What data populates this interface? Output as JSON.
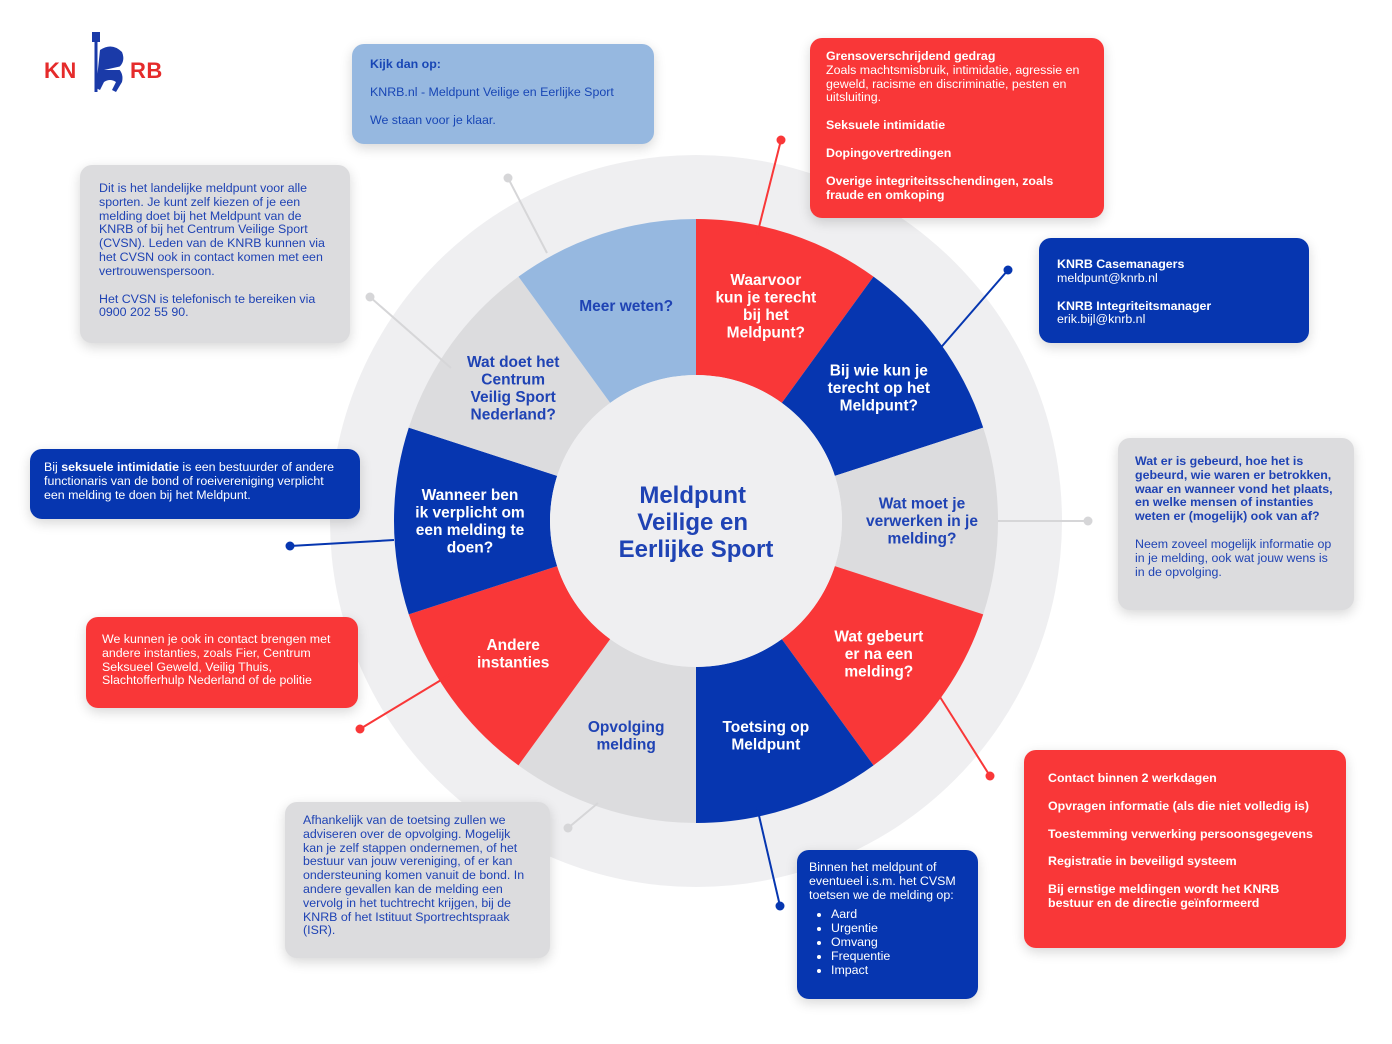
{
  "logo": {
    "left": "KN",
    "right": "RB"
  },
  "center": {
    "line1": "Meldpunt",
    "line2": "Veilige en",
    "line3": "Eerlijke Sport"
  },
  "segments": [
    {
      "id": "waarvoor",
      "lines": [
        "Waarvoor",
        "kun je terecht",
        "bij het",
        "Meldpunt?"
      ],
      "color": "#f93738",
      "text": "#ffffff"
    },
    {
      "id": "bij-wie",
      "lines": [
        "Bij wie kun je",
        "terecht op het",
        "Meldpunt?"
      ],
      "color": "#0636b0",
      "text": "#ffffff"
    },
    {
      "id": "wat-moet",
      "lines": [
        "Wat moet je",
        "verwerken in je",
        "melding?"
      ],
      "color": "#dcdcde",
      "text": "#1f43b4"
    },
    {
      "id": "wat-gebeurt",
      "lines": [
        "Wat gebeurt",
        "er na een",
        "melding?"
      ],
      "color": "#f93738",
      "text": "#ffffff"
    },
    {
      "id": "toetsing",
      "lines": [
        "Toetsing op",
        "Meldpunt"
      ],
      "color": "#0636b0",
      "text": "#ffffff"
    },
    {
      "id": "opvolging",
      "lines": [
        "Opvolging",
        "melding"
      ],
      "color": "#dcdcde",
      "text": "#1f43b4"
    },
    {
      "id": "andere",
      "lines": [
        "Andere",
        "instanties"
      ],
      "color": "#f93738",
      "text": "#ffffff"
    },
    {
      "id": "wanneer",
      "lines": [
        "Wanneer ben",
        "ik verplicht om",
        "een melding te",
        "doen?"
      ],
      "color": "#0636b0",
      "text": "#ffffff"
    },
    {
      "id": "wat-doet",
      "lines": [
        "Wat doet het",
        "Centrum",
        "Veilig Sport",
        "Nederland?"
      ],
      "color": "#dcdcde",
      "text": "#1f43b4"
    },
    {
      "id": "meer-weten",
      "lines": [
        "Meer weten?"
      ],
      "color": "#96b8e0",
      "text": "#1f43b4"
    }
  ],
  "boxes": {
    "meer_weten": {
      "title": "Kijk dan op:",
      "link": "KNRB.nl - Meldpunt Veilige en Eerlijke Sport",
      "text": "We staan voor je klaar."
    },
    "waarvoor": {
      "item1_title": "Grensoverschrijdend gedrag",
      "item1_text": "Zoals machtsmisbruik, intimidatie, agressie en geweld, racisme en discriminatie, pesten en uitsluiting.",
      "item2": "Seksuele intimidatie",
      "item3": "Dopingovertredingen",
      "item4": "Overige integriteitsschendingen, zoals fraude en omkoping"
    },
    "bij_wie": {
      "role1": "KNRB Casemanagers",
      "email1": "meldpunt@knrb.nl",
      "role2": "KNRB Integriteitsmanager",
      "email2": "erik.bijl@knrb.nl"
    },
    "wat_moet": {
      "question": "Wat er is gebeurd, hoe het is gebeurd, wie waren er betrokken, waar en wanneer vond het plaats, en welke mensen of instanties weten er (mogelijk) ook van af?",
      "text": "Neem zoveel mogelijk informatie op in je melding, ook wat jouw wens is in de opvolging."
    },
    "wat_gebeurt": {
      "items": [
        "Contact binnen 2 werkdagen",
        "Opvragen informatie (als die niet volledig is)",
        "Toestemming verwerking persoonsgegevens",
        "Registratie  in beveiligd systeem",
        "Bij ernstige meldingen wordt het KNRB bestuur en de directie geïnformeerd"
      ]
    },
    "toetsing": {
      "intro": "Binnen het meldpunt of eventueel i.s.m. het CVSM toetsen we de melding op:",
      "items": [
        "Aard",
        "Urgentie",
        "Omvang",
        "Frequentie",
        "Impact"
      ]
    },
    "opvolging": {
      "text": "Afhankelijk van de toetsing zullen we adviseren over de opvolging. Mogelijk kan je zelf stappen ondernemen, of het bestuur van jouw vereniging, of er kan ondersteuning komen vanuit de bond. In andere gevallen kan de melding een vervolg in het tuchtrecht krijgen, bij de KNRB of het Istituut Sportrechtspraak (ISR)."
    },
    "andere": {
      "text": "We kunnen je ook in contact brengen met andere instanties, zoals Fier, Centrum Seksueel Geweld, Veilig Thuis, Slachtofferhulp Nederland of de politie"
    },
    "wanneer": {
      "pre": "Bij ",
      "bold": "seksuele intimidatie",
      "post": " is een bestuurder of andere functionaris van de bond of roeivereniging verplicht een melding te doen bij het Meldpunt."
    },
    "wat_doet": {
      "text1": "Dit is het landelijke meldpunt voor alle sporten. Je kunt zelf kiezen of je een melding doet bij het Meldpunt van de KNRB of bij het Centrum Veilige Sport (CVSN). Leden van de KNRB kunnen via het CVSN ook in contact komen met een vertrouwenspersoon.",
      "text2": "Het CVSN is telefonisch te bereiken via 0900 202 55 90."
    }
  },
  "colors": {
    "red": "#f93738",
    "blue": "#0636b0",
    "grey": "#dcdcde",
    "light_blue": "#96b8e0",
    "ring": "#efeff1",
    "center_text": "#1f43b4"
  }
}
